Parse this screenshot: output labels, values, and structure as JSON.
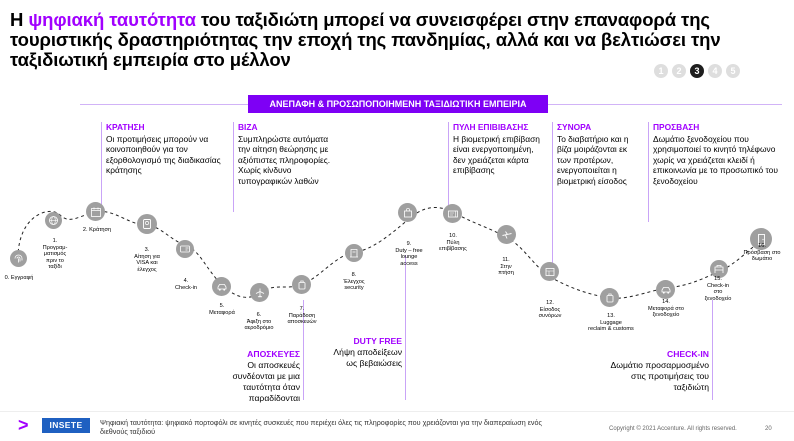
{
  "title": {
    "part1": "Η ",
    "highlight": "ψηφιακή ταυτότητα",
    "part2": " του ταξιδιώτη μπορεί να συνεισφέρει στην επαναφορά της τουριστικής δραστηριότητας την εποχή της πανδημίας, αλλά και να βελτιώσει την ταξιδιωτική εμπειρία στο μέλλον"
  },
  "pager": [
    "1",
    "2",
    "3",
    "4",
    "5"
  ],
  "pager_active": 3,
  "banner": "ΑΝΕΠΑΦΗ & ΠΡΟΣΩΠΟΠΟΙΗΜΕΝΗ ΤΑΞΙΔΙΩΤΙΚΗ ΕΜΠΕΙΡΙΑ",
  "notes": {
    "booking": {
      "head": "ΚΡΑΤΗΣΗ",
      "text": "Οι προτιμήσεις μπορούν να κοινοποιηθούν για τον εξορθολογισμό της διαδικασίας κράτησης"
    },
    "visa": {
      "head": "ΒΙΖΑ",
      "text": "Συμπληρώστε αυτόματα την αίτηση θεώρησης με αξιόπιστες πληροφορίες. Χωρίς κίνδυνο τυπογραφικών λαθών"
    },
    "gate": {
      "head": "ΠΥΛΗ ΕΠΙΒΙΒΑΣΗΣ",
      "text": "Η βιομετρική επιβίβαση είναι ενεργοποιημένη, δεν χρειάζεται κάρτα επιβίβασης"
    },
    "border": {
      "head": "ΣΥΝΟΡΑ",
      "text": "Το διαβατήριο και η βίζα μοιράζονται εκ των προτέρων, ενεργοποιείται η βιομετρική είσοδος"
    },
    "access": {
      "head": "ΠΡΟΣΒΑΣΗ",
      "text": "Δωμάτιο ξενοδοχείου που χρησιμοποιεί το κινητό τηλέφωνο χωρίς να χρειάζεται κλειδί ή επικοινωνία με το προσωπικό του ξενοδοχείου"
    },
    "luggage": {
      "head": "ΑΠΟΣΚΕΥΕΣ",
      "text": "Οι αποσκευές συνδέονται με μια ταυτότητα όταν παραδίδονται"
    },
    "dutyfree": {
      "head": "DUTY FREE",
      "text": "Λήψη αποδείξεων ως βεβαιώσεις"
    },
    "checkin": {
      "head": "CHECK-IN",
      "text": "Δωμάτιο προσαρμοσμένο στις προτιμήσεις του ταξιδιώτη"
    }
  },
  "steps": [
    {
      "label": "0.\nΕγγραφή",
      "icon": "fingerprint-icon"
    },
    {
      "label": "1.\nΠρογραμ-\nματισμός\nπριν το\nταξίδι",
      "icon": "globe-icon"
    },
    {
      "label": "2. Κράτηση",
      "icon": "calendar-icon"
    },
    {
      "label": "3.\nΑίτηση για\nVISA και\nέλεγχος",
      "icon": "passport-icon"
    },
    {
      "label": "4.\nCheck-in",
      "icon": "id-card-icon"
    },
    {
      "label": "5.\nΜεταφορά",
      "icon": "taxi-icon"
    },
    {
      "label": "6.\nΆφιξη στο\nαεροδρόμιο",
      "icon": "airport-icon"
    },
    {
      "label": "7.\nΠαράδοση\nαποσκευών",
      "icon": "luggage-icon"
    },
    {
      "label": "8.\nΈλεγχος\nsecurity",
      "icon": "security-icon"
    },
    {
      "label": "9.\nDuty – free\nlounge\naccess",
      "icon": "shopping-bag-icon"
    },
    {
      "label": "10.\nΠύλη\nεπιβίβασης",
      "icon": "boarding-pass-icon"
    },
    {
      "label": "11.\nΣτην\nπτήση",
      "icon": "airplane-icon"
    },
    {
      "label": "12.\nΕίσοδος\nσυνόρων",
      "icon": "border-icon"
    },
    {
      "label": "13.\nLuggage\nreclaim & customs",
      "icon": "luggage-icon"
    },
    {
      "label": "14.\nΜεταφορά στο\nξενοδοχείο",
      "icon": "taxi-icon"
    },
    {
      "label": "15.\nCheck-in\nστο\nξενοδοχείο",
      "icon": "hotel-icon"
    },
    {
      "label": "16.\nΠρόσβαση στο\nδωμάτιο",
      "icon": "door-icon"
    }
  ],
  "footer": {
    "logo": "INSETE",
    "note": "Ψηφιακή ταυτότητα: ψηφιακό πορτοφόλι σε κινητές συσκευές που περιέχει όλες τις πληροφορίες που χρειάζονται για την διαπεραίωση ενός διεθνούς ταξιδιού",
    "copyright": "Copyright © 2021 Accenture. All rights reserved.",
    "page": "20"
  },
  "colors": {
    "accent": "#a100ff",
    "banner": "#7e00f5",
    "icon": "#9f9f9f",
    "logo": "#1f60c1"
  }
}
